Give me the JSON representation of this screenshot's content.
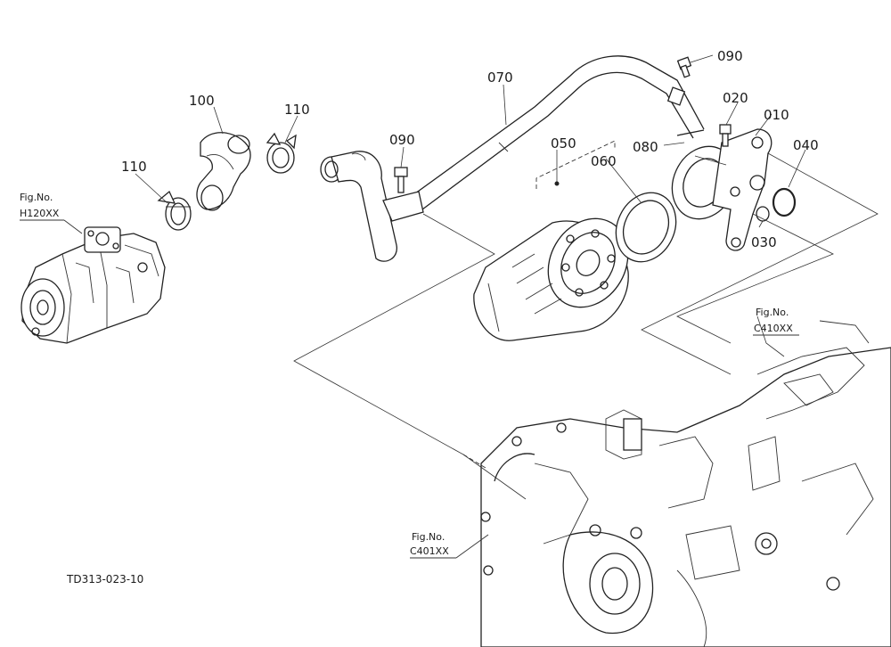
{
  "parts": {
    "p010": "010",
    "p020": "020",
    "p030": "030",
    "p040": "040",
    "p050": "050",
    "p060": "060",
    "p070": "070",
    "p080": "080",
    "p090_top": "090",
    "p090_mid": "090",
    "p100": "100",
    "p110_upper": "110",
    "p110_lower": "110"
  },
  "figrefs": {
    "h120": {
      "label": "Fig.No.",
      "code": "H120XX"
    },
    "c410": {
      "label": "Fig.No.",
      "code": "C410XX"
    },
    "c401": {
      "label": "Fig.No.",
      "code": "C401XX"
    }
  },
  "drawing_id": "TD313-023-10"
}
